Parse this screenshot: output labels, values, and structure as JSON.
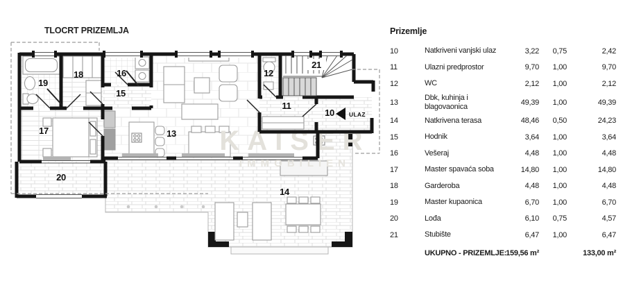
{
  "plan": {
    "title": "TLOCRT PRIZEMLJA",
    "entrance_label": "ULAZ",
    "watermark_line1": "KAISER",
    "watermark_line2": "IMMOBILIEN",
    "rooms": [
      {
        "id": "10"
      },
      {
        "id": "11"
      },
      {
        "id": "12"
      },
      {
        "id": "13"
      },
      {
        "id": "14"
      },
      {
        "id": "15"
      },
      {
        "id": "16"
      },
      {
        "id": "17"
      },
      {
        "id": "18"
      },
      {
        "id": "19"
      },
      {
        "id": "20"
      },
      {
        "id": "21"
      }
    ]
  },
  "table": {
    "title": "Prizemlje",
    "rows": [
      {
        "num": "10",
        "name": "Natkriveni vanjski ulaz",
        "area": "3,22",
        "coef": "0,75",
        "reduced": "2,42"
      },
      {
        "num": "11",
        "name": "Ulazni predprostor",
        "area": "9,70",
        "coef": "1,00",
        "reduced": "9,70"
      },
      {
        "num": "12",
        "name": "WC",
        "area": "2,12",
        "coef": "1,00",
        "reduced": "2,12"
      },
      {
        "num": "13",
        "name": "Dbk, kuhinja i\nblagovaonica",
        "area": "49,39",
        "coef": "1,00",
        "reduced": "49,39"
      },
      {
        "num": "14",
        "name": "Natkrivena terasa",
        "area": "48,46",
        "coef": "0,50",
        "reduced": "24,23"
      },
      {
        "num": "15",
        "name": "Hodnik",
        "area": "3,64",
        "coef": "1,00",
        "reduced": "3,64"
      },
      {
        "num": "16",
        "name": "Vešeraj",
        "area": "4,48",
        "coef": "1,00",
        "reduced": "4,48"
      },
      {
        "num": "17",
        "name": "Master spavaća soba",
        "area": "14,80",
        "coef": "1,00",
        "reduced": "14,80"
      },
      {
        "num": "18",
        "name": "Garderoba",
        "area": "4,48",
        "coef": "1,00",
        "reduced": "4,48"
      },
      {
        "num": "19",
        "name": "Master kupaonica",
        "area": "6,70",
        "coef": "1,00",
        "reduced": "6,70"
      },
      {
        "num": "20",
        "name": "Lođa",
        "area": "6,10",
        "coef": "0,75",
        "reduced": "4,57"
      },
      {
        "num": "21",
        "name": "Stubište",
        "area": "6,47",
        "coef": "1,00",
        "reduced": "6,47"
      }
    ],
    "total": {
      "label": "UKUPNO - PRIZEMLJE:",
      "area": "159,56 m²",
      "reduced": "133,00 m²"
    }
  },
  "colors": {
    "wall": "#161616",
    "furniture_outline": "#9b9b9b",
    "tile": "#dfdfdf",
    "dashed": "#9a9a9a"
  }
}
